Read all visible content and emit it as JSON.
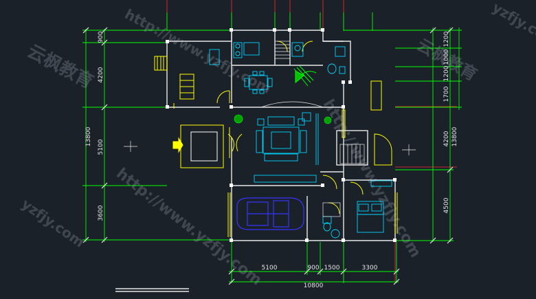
{
  "drawing": {
    "background": "#1b2129",
    "colors": {
      "dim_line": "#00ff00",
      "axis_line": "#ff2b2b",
      "wall": "#e8e8e8",
      "door": "#ffff00",
      "furniture": "#00d7ff",
      "car": "#3535ff",
      "plant": "#00c000",
      "text": "#e6e6e6"
    },
    "dims": {
      "left": {
        "total": "13800",
        "segments": [
          "900",
          "4200",
          "5100",
          "3600"
        ]
      },
      "right": {
        "total": "13800",
        "outer": [
          "4200",
          "4500"
        ],
        "inner": [
          "1200",
          "1000",
          "1200",
          "1700"
        ]
      },
      "bottom": {
        "total": "10800",
        "segments": [
          "5100",
          "900",
          "1500",
          "3300"
        ]
      }
    },
    "watermark": {
      "text_url": "http://www.yzfjy.com",
      "text_brand": "云枫教育",
      "text_short": "yzfjy.com"
    }
  }
}
